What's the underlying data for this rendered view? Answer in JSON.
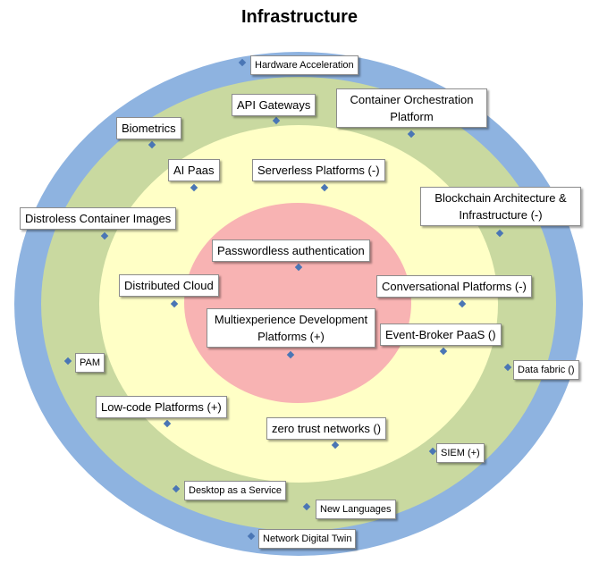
{
  "title": "Infrastructure",
  "colors": {
    "outer_ring": "#8eb3e0",
    "second_ring": "#c9d9a0",
    "third_ring": "#ffffc6",
    "core": "#f8b3b3",
    "marker": "#4a76b5"
  },
  "items": [
    {
      "id": "hardware-acceleration",
      "label": "Hardware Acceleration"
    },
    {
      "id": "api-gateways",
      "label": "API Gateways"
    },
    {
      "id": "container-orchestration",
      "label": "Container Orchestration Platform"
    },
    {
      "id": "biometrics",
      "label": "Biometrics"
    },
    {
      "id": "ai-paas",
      "label": "AI Paas"
    },
    {
      "id": "serverless-platforms",
      "label": "Serverless Platforms (-)"
    },
    {
      "id": "blockchain",
      "label": "Blockchain Architecture & Infrastructure (-)"
    },
    {
      "id": "distroless",
      "label": "Distroless Container Images"
    },
    {
      "id": "passwordless",
      "label": "Passwordless authentication"
    },
    {
      "id": "distributed-cloud",
      "label": "Distributed Cloud"
    },
    {
      "id": "conversational",
      "label": "Conversational Platforms (-)"
    },
    {
      "id": "multiexperience",
      "label": "Multiexperience Development Platforms  (+)"
    },
    {
      "id": "event-broker",
      "label": "Event-Broker PaaS ()"
    },
    {
      "id": "pam",
      "label": "PAM"
    },
    {
      "id": "data-fabric",
      "label": "Data fabric ()"
    },
    {
      "id": "low-code",
      "label": "Low-code Platforms (+)"
    },
    {
      "id": "zero-trust",
      "label": "zero trust networks ()"
    },
    {
      "id": "siem",
      "label": "SIEM (+)"
    },
    {
      "id": "daas",
      "label": "Desktop as a Service"
    },
    {
      "id": "new-languages",
      "label": "New Languages"
    },
    {
      "id": "network-digital-twin",
      "label": "Network Digital Twin"
    }
  ]
}
